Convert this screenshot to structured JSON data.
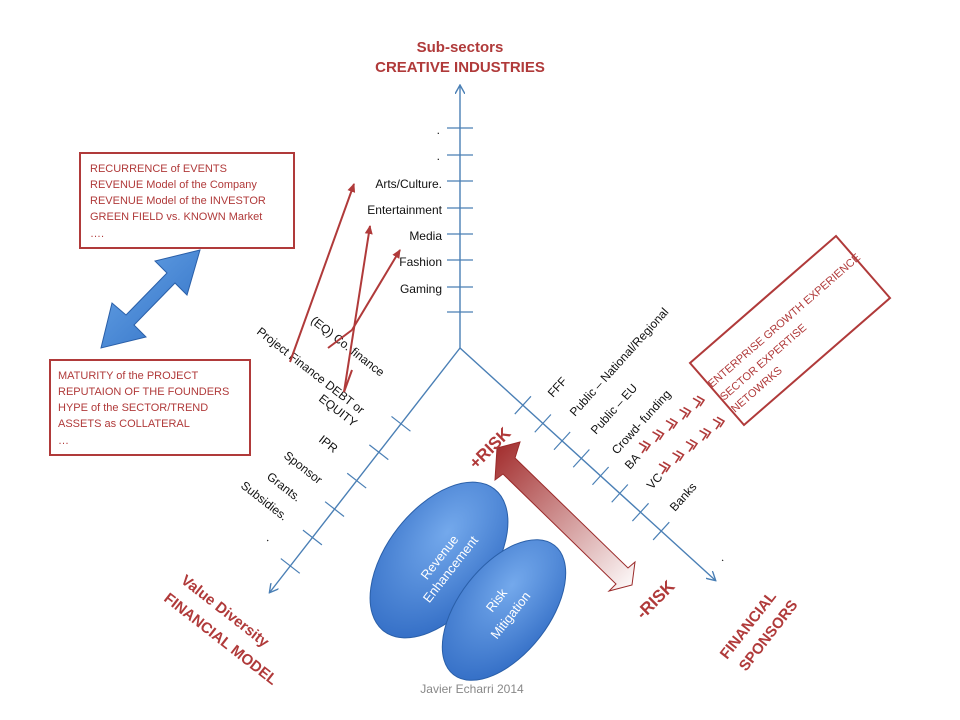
{
  "title": {
    "line1": "Sub-sectors",
    "line2": "CREATIVE INDUSTRIES"
  },
  "vertical_axis": {
    "dots": [
      ".",
      "."
    ],
    "labels": [
      "Arts/Culture.",
      "Entertainment",
      "Media",
      "Fashion",
      "Gaming"
    ]
  },
  "left_axis": {
    "title_line1": "Value Diversity",
    "title_line2": "FINANCIAL MODEL",
    "labels": [
      "(EQ) Co. finance",
      "Project Finance DEBT or",
      "EQUITY",
      "IPR",
      "Sponsor",
      "Grants.",
      "Subsidies.",
      "."
    ]
  },
  "right_axis": {
    "title_line1": "FINANCIAL",
    "title_line2": "SPONSORS",
    "labels": [
      "FFF",
      "Public – National/Regional",
      "Public – EU",
      "Crowd- funding",
      "BA",
      "VC",
      "Banks",
      "."
    ]
  },
  "box_top_left": {
    "lines": [
      "RECURRENCE of EVENTS",
      "REVENUE Model of the Company",
      "REVENUE Model of the INVESTOR",
      "GREEN FIELD vs. KNOWN Market",
      "…."
    ]
  },
  "box_bottom_left": {
    "lines": [
      "MATURITY of the PROJECT",
      "REPUTAION OF THE FOUNDERS",
      "HYPE of the SECTOR/TREND",
      "ASSETS as COLLATERAL",
      "…"
    ]
  },
  "box_right": {
    "lines": [
      "ENTERPRISE GROWTH EXPERIENCE",
      "SECTOR EXPERTISE",
      "NETOWRKS"
    ]
  },
  "ovals": {
    "revenue": {
      "line1": "Revenue",
      "line2": "Enhancement"
    },
    "risk": {
      "line1": "Risk",
      "line2": "Mitigation"
    }
  },
  "risk_labels": {
    "plus": "+RISK",
    "minus": "-RISK"
  },
  "credit": "Javier Echarri 2014",
  "colors": {
    "accent_red": "#b03a3a",
    "axis_blue": "#4a7fb5",
    "oval_blue": "#4a86d6"
  }
}
